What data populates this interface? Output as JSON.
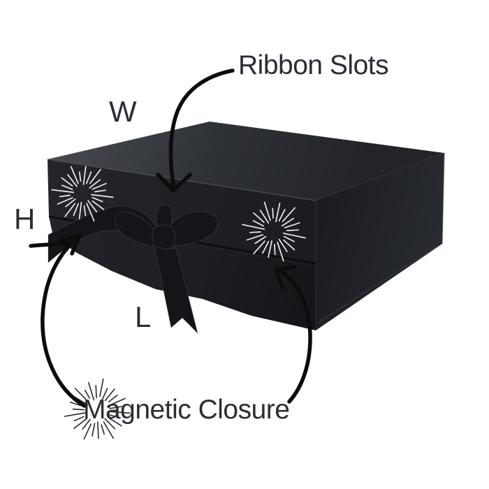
{
  "labels": {
    "ribbon_slots": "Ribbon Slots",
    "width": "W",
    "height": "H",
    "length": "L",
    "magnetic_closure": "Magnetic Closure"
  },
  "icons": {
    "starburst_left": "starburst-icon",
    "starburst_right": "starburst-icon",
    "starburst_magnetic": "starburst-icon"
  },
  "colors": {
    "background": "#ffffff",
    "label_text": "#2a2d33",
    "arrow_black": "#0c0c0d",
    "box_deep_black": "#1b1d21",
    "box_top_gray": "#34373c",
    "ribbon_black": "#141518",
    "starburst_white": "#ebedee",
    "starburst_dark": "#26282e"
  }
}
